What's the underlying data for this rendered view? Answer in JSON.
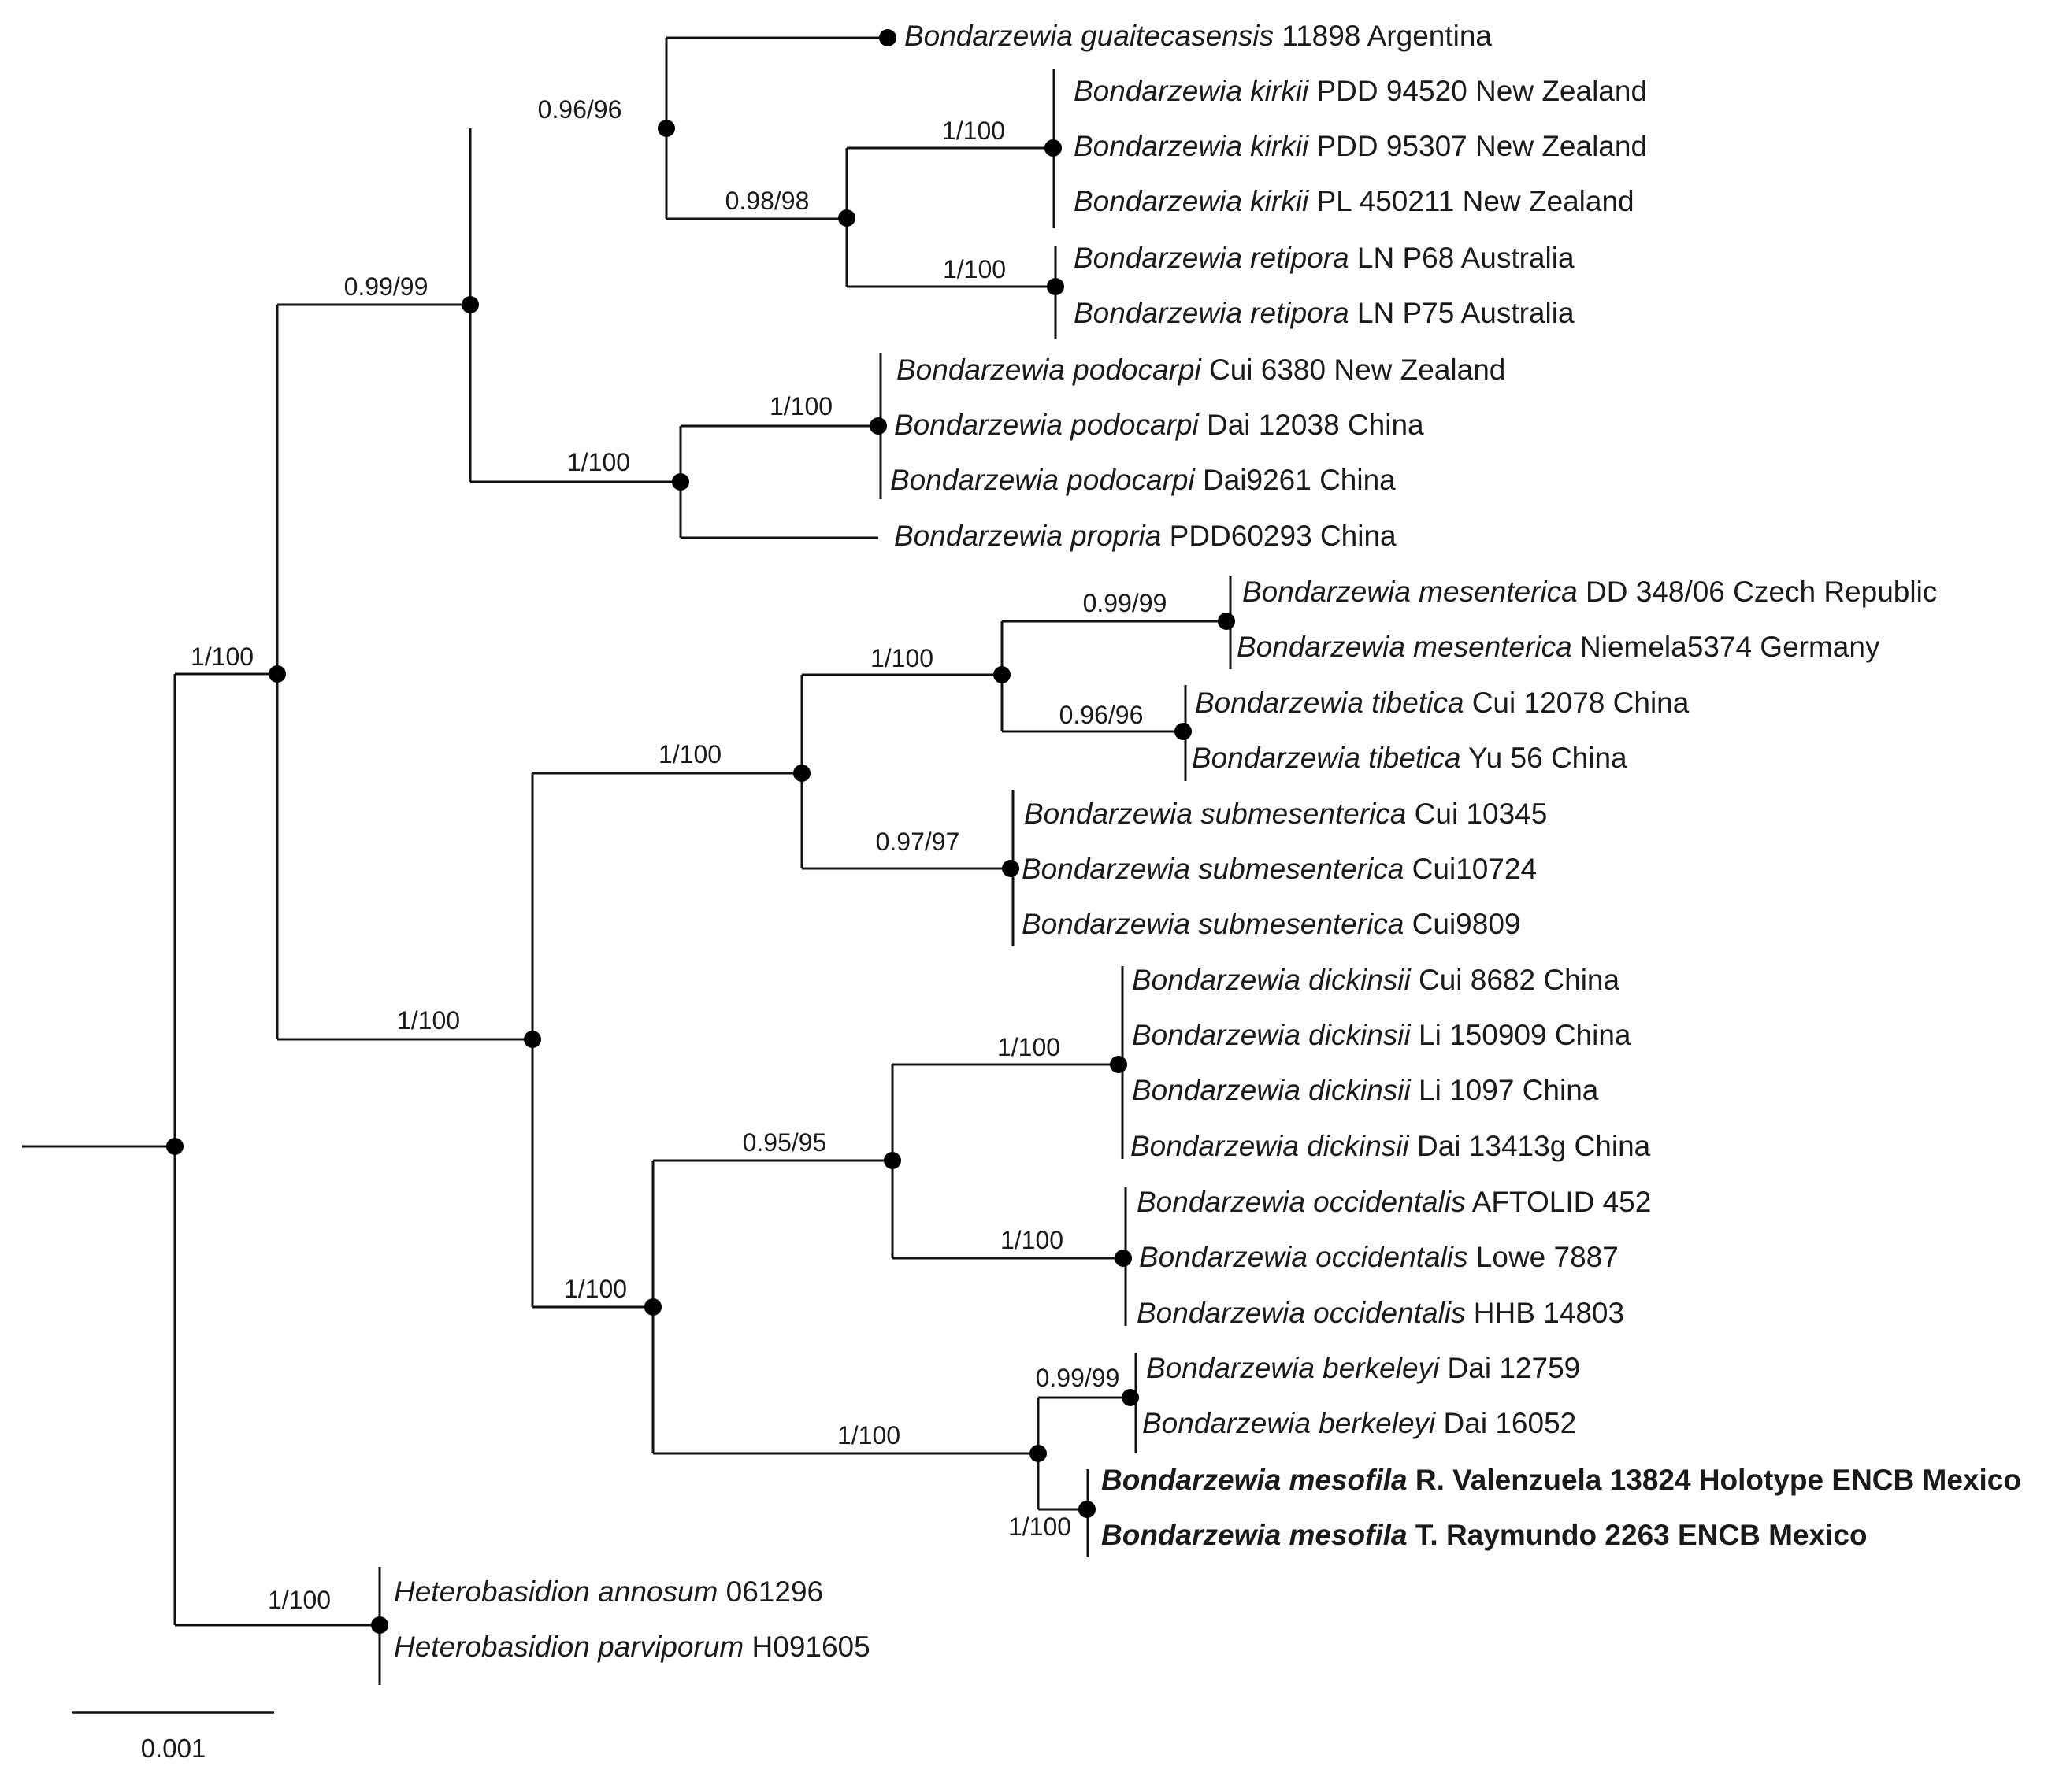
{
  "tree": {
    "taxa": [
      {
        "genus": "Bondarzewia",
        "species": "guaitecasensis",
        "voucher": "11898 Argentina",
        "bold": false
      },
      {
        "genus": "Bondarzewia",
        "species": "kirkii",
        "voucher": "PDD 94520 New Zealand",
        "bold": false
      },
      {
        "genus": "Bondarzewia",
        "species": "kirkii",
        "voucher": "PDD 95307 New Zealand",
        "bold": false
      },
      {
        "genus": "Bondarzewia",
        "species": "kirkii",
        "voucher": "PL 450211 New Zealand",
        "bold": false
      },
      {
        "genus": "Bondarzewia",
        "species": "retipora",
        "voucher": "LN P68 Australia",
        "bold": false
      },
      {
        "genus": "Bondarzewia",
        "species": "retipora",
        "voucher": "LN P75 Australia",
        "bold": false
      },
      {
        "genus": "Bondarzewia",
        "species": "podocarpi",
        "voucher": "Cui 6380 New Zealand",
        "bold": false
      },
      {
        "genus": "Bondarzewia",
        "species": "podocarpi",
        "voucher": "Dai 12038 China",
        "bold": false
      },
      {
        "genus": "Bondarzewia",
        "species": "podocarpi",
        "voucher": "Dai9261 China",
        "bold": false
      },
      {
        "genus": "Bondarzewia",
        "species": "propria",
        "voucher": "PDD60293 China",
        "bold": false
      },
      {
        "genus": "Bondarzewia",
        "species": "mesenterica",
        "voucher": "DD 348/06 Czech Republic",
        "bold": false
      },
      {
        "genus": "Bondarzewia",
        "species": "mesenterica",
        "voucher": "Niemela5374 Germany",
        "bold": false
      },
      {
        "genus": "Bondarzewia",
        "species": "tibetica",
        "voucher": "Cui 12078  China",
        "bold": false
      },
      {
        "genus": "Bondarzewia",
        "species": "tibetica",
        "voucher": "Yu 56  China",
        "bold": false
      },
      {
        "genus": "Bondarzewia",
        "species": "submesenterica",
        "voucher": "Cui 10345",
        "bold": false
      },
      {
        "genus": "Bondarzewia",
        "species": "submesenterica",
        "voucher": "Cui10724",
        "bold": false
      },
      {
        "genus": "Bondarzewia",
        "species": "submesenterica",
        "voucher": "Cui9809",
        "bold": false
      },
      {
        "genus": "Bondarzewia",
        "species": "dickinsii",
        "voucher": "Cui 8682 China",
        "bold": false
      },
      {
        "genus": "Bondarzewia",
        "species": "dickinsii",
        "voucher": "Li 150909  China",
        "bold": false
      },
      {
        "genus": "Bondarzewia",
        "species": "dickinsii",
        "voucher": "Li 1097  China",
        "bold": false
      },
      {
        "genus": "Bondarzewia",
        "species": "dickinsii",
        "voucher": "Dai 13413g  China",
        "bold": false
      },
      {
        "genus": "Bondarzewia",
        "species": "occidentalis",
        "voucher": "AFTOLID 452",
        "bold": false
      },
      {
        "genus": "Bondarzewia",
        "species": "occidentalis",
        "voucher": "Lowe 7887",
        "bold": false
      },
      {
        "genus": "Bondarzewia",
        "species": "occidentalis",
        "voucher": "HHB 14803",
        "bold": false
      },
      {
        "genus": "Bondarzewia",
        "species": "berkeleyi",
        "voucher": "Dai 12759",
        "bold": false
      },
      {
        "genus": "Bondarzewia",
        "species": "berkeleyi",
        "voucher": "Dai 16052",
        "bold": false
      },
      {
        "genus": "Bondarzewia",
        "species": "mesofila",
        "voucher": "R. Valenzuela 13824 Holotype ENCB Mexico",
        "bold": true
      },
      {
        "genus": "Bondarzewia",
        "species": "mesofila",
        "voucher": "T. Raymundo 2263 ENCB Mexico",
        "bold": true
      },
      {
        "genus": "Heterobasidion",
        "species": "annosum",
        "voucher": "061296",
        "bold": false
      },
      {
        "genus": "Heterobasidion",
        "species": "parviporum",
        "voucher": "H091605",
        "bold": false
      }
    ],
    "support_values": [
      "0.96/96",
      "1/100",
      "0.98/98",
      "1/100",
      "0.99/99",
      "1/100",
      "1/100",
      "1/100",
      "0.99/99",
      "1/100",
      "0.96/96",
      "1/100",
      "0.97/97",
      "1/100",
      "1/100",
      "0.95/95",
      "1/100",
      "1/100",
      "0.99/99",
      "1/100",
      "1/100",
      "1/100"
    ],
    "scale_bar_label": "0.001"
  }
}
